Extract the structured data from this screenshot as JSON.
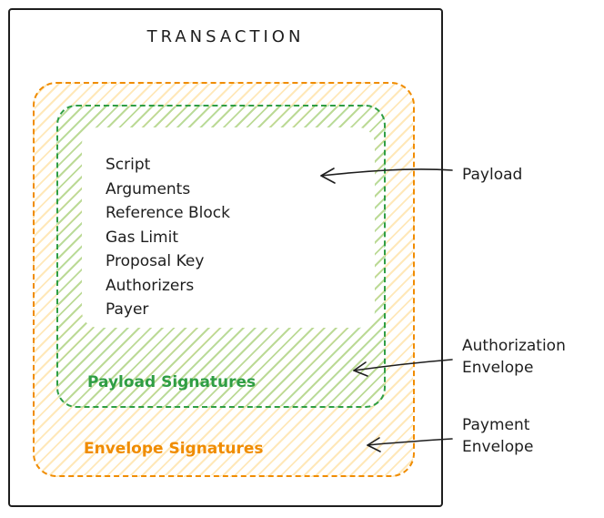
{
  "title": "TRANSACTION",
  "payload": {
    "items": [
      "Script",
      "Arguments",
      "Reference Block",
      "Gas Limit",
      "Proposal Key",
      "Authorizers",
      "Payer"
    ]
  },
  "region_labels": {
    "payload_signatures": "Payload Signatures",
    "envelope_signatures": "Envelope Signatures"
  },
  "callouts": {
    "payload": "Payload",
    "authorization_envelope_line1": "Authorization",
    "authorization_envelope_line2": "Envelope",
    "payment_envelope_line1": "Payment",
    "payment_envelope_line2": "Envelope"
  },
  "colors": {
    "ink": "#1e1e1e",
    "green": "#2f9e44",
    "orange": "#f08c00",
    "green_hatch": "rgba(64,192,87,0.35)",
    "orange_hatch": "rgba(255,205,100,0.45)"
  }
}
